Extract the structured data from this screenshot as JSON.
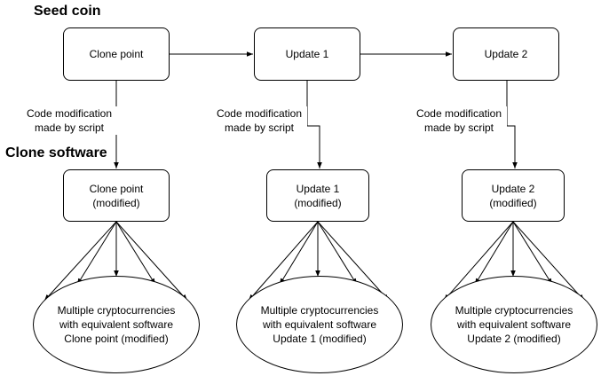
{
  "labels": {
    "seed_coin": "Seed coin",
    "clone_software": "Clone software",
    "edge_label": "Code modification\nmade by script"
  },
  "top_nodes": [
    "Clone point",
    "Update 1",
    "Update 2"
  ],
  "mid_nodes": [
    "Clone point\n(modified)",
    "Update 1\n(modified)",
    "Update 2\n(modified)"
  ],
  "bottom_nodes": [
    "Multiple cryptocurrencies\nwith equivalent software\nClone point (modified)",
    "Multiple cryptocurrencies\nwith equivalent software\nUpdate 1 (modified)",
    "Multiple cryptocurrencies\nwith equivalent software\nUpdate 2 (modified)"
  ]
}
